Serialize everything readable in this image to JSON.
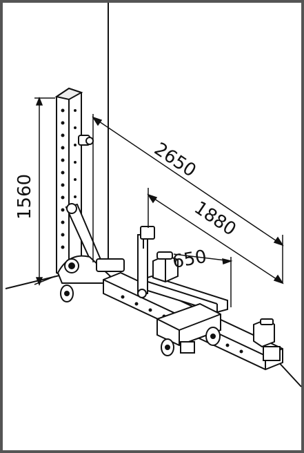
{
  "diagram": {
    "dimensions": {
      "height_label": "1560",
      "overall_length_label": "2650",
      "mid_length_label": "1880",
      "short_length_label": "650"
    },
    "colors": {
      "line": "#111111",
      "frame": "#555555",
      "background": "#ffffff"
    }
  }
}
